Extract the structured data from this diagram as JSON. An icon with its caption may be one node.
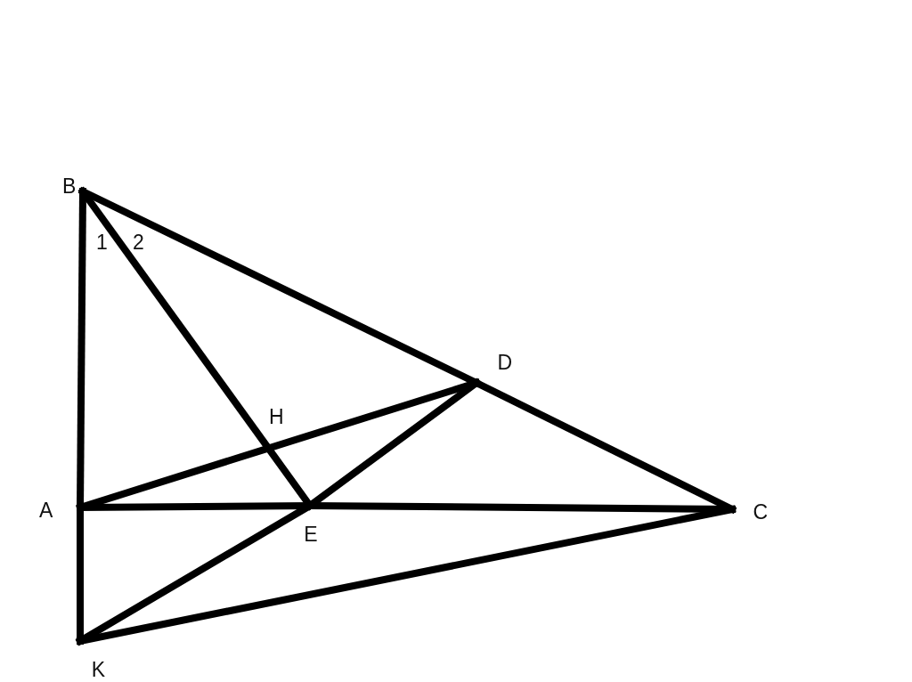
{
  "diagram": {
    "nodes": [
      {
        "text": [
          "B"
        ]
      },
      {
        "text": [
          "D"
        ]
      },
      {
        "text": [
          "A"
        ]
      },
      {
        "text": [
          "C"
        ]
      },
      {
        "text": [
          "E"
        ]
      },
      {
        "text": [
          "K"
        ]
      }
    ],
    "edges": [
      {
        "from": 0,
        "to": 2,
        "arrow": "none"
      },
      {
        "from": 0,
        "to": 1,
        "arrow": "none"
      },
      {
        "from": 1,
        "to": 3,
        "arrow": "none"
      },
      {
        "from": 0,
        "to": 4,
        "arrow": "none"
      },
      {
        "from": 2,
        "to": 1,
        "arrow": "none"
      },
      {
        "from": 4,
        "to": 1,
        "arrow": "none"
      },
      {
        "from": 2,
        "to": 4,
        "arrow": "none"
      },
      {
        "from": 4,
        "to": 3,
        "arrow": "none"
      },
      {
        "from": 2,
        "to": 5,
        "arrow": "none"
      },
      {
        "from": 5,
        "to": 4,
        "arrow": "none"
      },
      {
        "from": 5,
        "to": 3,
        "arrow": "none"
      }
    ],
    "labels": [
      "1",
      "2",
      "H"
    ]
  }
}
